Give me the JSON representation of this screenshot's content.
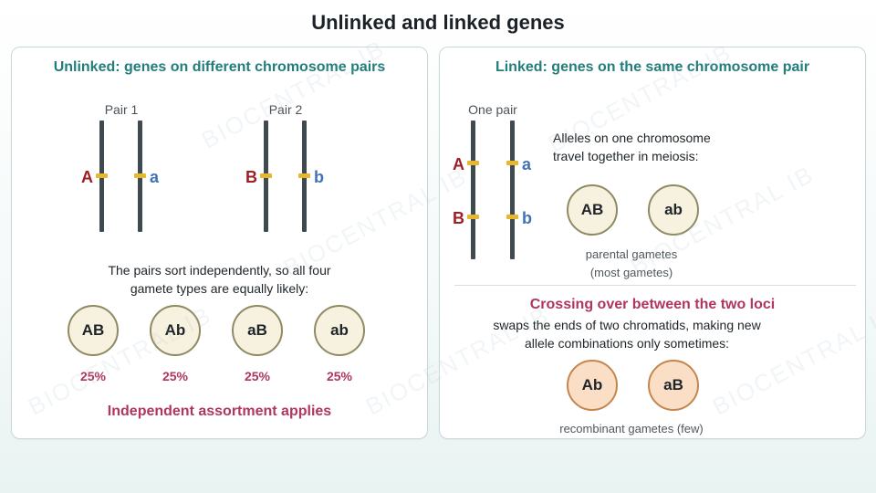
{
  "title": "Unlinked and linked genes",
  "watermark_text": "BIOCENTRAL IB",
  "colors": {
    "heading_teal": "#227d7b",
    "dominant_allele_red": "#9f1d24",
    "recessive_allele_blue": "#3f73b6",
    "locus_band_yellow": "#e6b830",
    "chromosome_grey": "#3f4950",
    "parental_gamete_fill": "#f7f1df",
    "recombinant_gamete_fill": "#fadfc6",
    "emphasis_pink": "#b0365c"
  },
  "unlinked": {
    "heading": "Unlinked: genes on different chromosome pairs",
    "pairs": [
      {
        "label": "Pair 1",
        "left_allele": "A",
        "right_allele": "a"
      },
      {
        "label": "Pair 2",
        "left_allele": "B",
        "right_allele": "b"
      }
    ],
    "description_line1": "The pairs sort independently, so all four",
    "description_line2": "gamete types are equally likely:",
    "gametes": [
      {
        "label": "AB",
        "percent": "25%"
      },
      {
        "label": "Ab",
        "percent": "25%"
      },
      {
        "label": "aB",
        "percent": "25%"
      },
      {
        "label": "ab",
        "percent": "25%"
      }
    ],
    "conclusion": "Independent assortment applies"
  },
  "linked": {
    "heading": "Linked: genes on the same chromosome pair",
    "pair_label": "One pair",
    "loci": [
      {
        "left_allele": "A",
        "right_allele": "a"
      },
      {
        "left_allele": "B",
        "right_allele": "b"
      }
    ],
    "description_line1": "Alleles on one chromosome",
    "description_line2": "travel together in meiosis:",
    "parental_gametes": [
      "AB",
      "ab"
    ],
    "parental_caption_line1": "parental gametes",
    "parental_caption_line2": "(most gametes)",
    "crossing_over_heading": "Crossing over between the two loci",
    "crossing_over_line1": "swaps the ends of two chromatids, making new",
    "crossing_over_line2": "allele combinations only sometimes:",
    "recombinant_gametes": [
      "Ab",
      "aB"
    ],
    "recombinant_caption": "recombinant gametes (few)"
  }
}
